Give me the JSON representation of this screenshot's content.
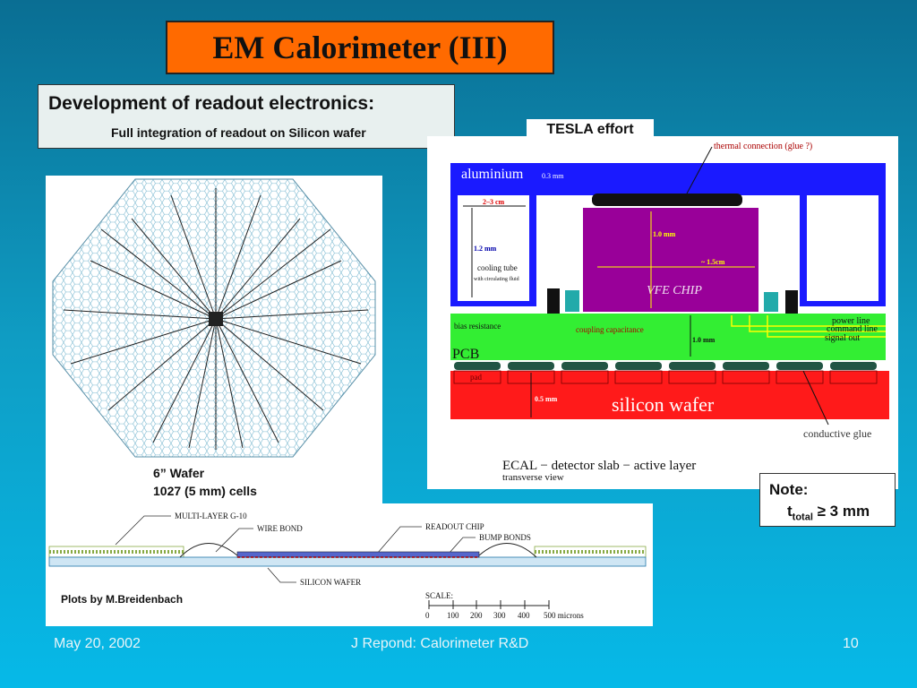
{
  "slide": {
    "title": "EM Calorimeter (III)",
    "heading": "Development of readout electronics:",
    "subheading": "Full integration of readout on Silicon wafer"
  },
  "wafer": {
    "caption_line1": "6” Wafer",
    "caption_line2": "1027 (5 mm) cells"
  },
  "tesla": {
    "label": "TESLA effort",
    "diagram": {
      "thermal": "thermal connection (glue ?)",
      "aluminium": "aluminium",
      "al_thickness": "0.3 mm",
      "gap": "2–3 cm",
      "height": "1.2 mm",
      "cooling": "cooling tube",
      "cooling_sub": "with circulating fluid",
      "chip_height": "1.0 mm",
      "chip_width": "~ 1.5cm",
      "chip": "VFE CHIP",
      "bias": "bias resistance",
      "coupling": "coupling capacitance",
      "pcb_height": "1.0 mm",
      "power": "power line",
      "command": "command line",
      "signal": "signal out",
      "pcb": "PCB",
      "pad": "pad",
      "wafer_thickness": "0.5 mm",
      "silicon": "silicon wafer",
      "glue": "conductive glue",
      "slab_title": "ECAL − detector slab −  active layer",
      "slab_view": "transverse view"
    }
  },
  "bump": {
    "multilayer": "MULTI-LAYER G-10",
    "wire": "WIRE BOND",
    "readout": "READOUT CHIP",
    "bump_bonds": "BUMP BONDS",
    "silicon": "SILICON WAFER",
    "scale_label": "SCALE:",
    "scale_ticks": [
      "0",
      "100",
      "200",
      "300",
      "400",
      "500 microns"
    ],
    "credit": "Plots by M.Breidenbach"
  },
  "note": {
    "label": "Note:",
    "t": "t",
    "sub": "total",
    "value": " ≥ 3 mm"
  },
  "footer": {
    "date": "May 20, 2002",
    "center": "J Repond: Calorimeter R&D",
    "page": "10"
  },
  "colors": {
    "title_bg": "#ff6a00",
    "aluminium": "#1a1aff",
    "chip": "#990099",
    "pcb": "#33ee33",
    "silicon": "#ff1a1a"
  }
}
